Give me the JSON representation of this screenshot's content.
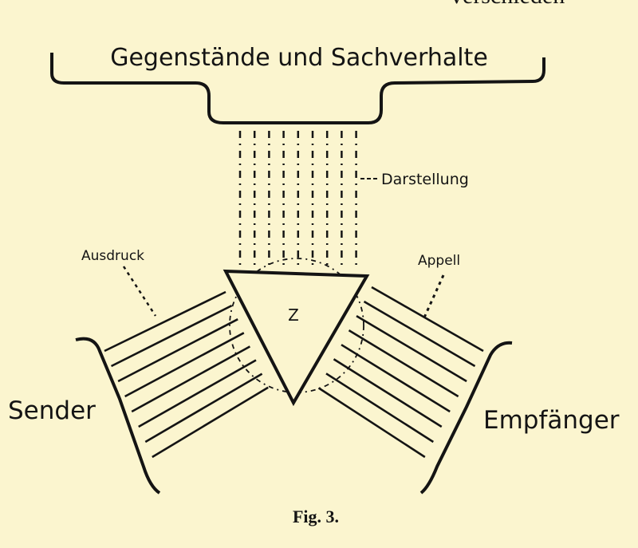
{
  "header_fragment": "verschieden",
  "labels": {
    "objects": "Gegenstände und Sachverhalte",
    "representation": "Darstellung",
    "expression": "Ausdruck",
    "appeal": "Appell",
    "sign": "Z",
    "sender": "Sender",
    "receiver": "Empfänger"
  },
  "caption": "Fig. 3."
}
